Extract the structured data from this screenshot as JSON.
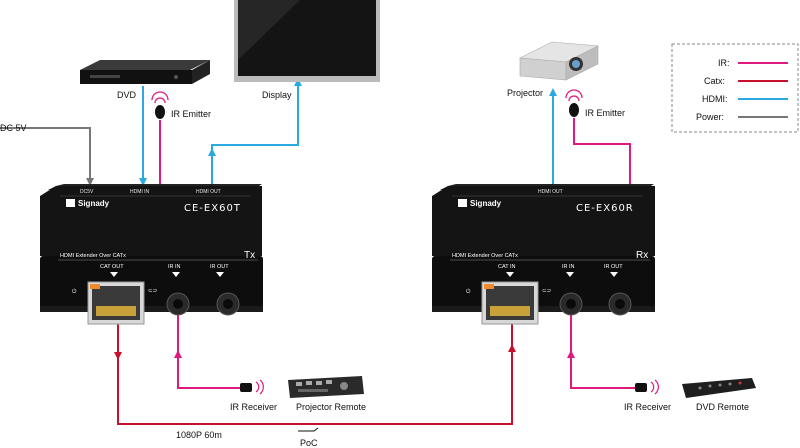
{
  "colors": {
    "ir": "#e0197f",
    "catx": "#c8102e",
    "hdmi": "#2aa9e0",
    "power": "#777777"
  },
  "legend": {
    "ir": "IR:",
    "catx": "Catx:",
    "hdmi": "HDMI:",
    "power": "Power:"
  },
  "labels": {
    "dc": "DC 5V",
    "dvd": "DVD",
    "display": "Display",
    "ir_emitter_tx": "IR Emitter",
    "projector": "Projector",
    "ir_emitter_rx": "IR Emitter",
    "ir_receiver_tx": "IR Receiver",
    "projector_remote": "Projector Remote",
    "ir_receiver_rx": "IR Receiver",
    "dvd_remote": "DVD Remote",
    "resolution": "1080P 60m",
    "poc": "PoC"
  },
  "tx": {
    "brand": "Signady",
    "model": "CE-EX60T",
    "subtitle": "HDMI Extender Over CATx",
    "tag": "Tx",
    "port_dc": "DC5V",
    "port_hdmi_in": "HDMI IN",
    "port_hdmi_out": "HDMI OUT",
    "port_cat_out": "CAT OUT",
    "port_ir_in": "IR IN",
    "port_ir_out": "IR OUT"
  },
  "rx": {
    "brand": "Signady",
    "model": "CE-EX60R",
    "subtitle": "HDMI Extender Over CATx",
    "tag": "Rx",
    "port_hdmi_out": "HDMI OUT",
    "port_cat_in": "CAT IN",
    "port_ir_in": "IR IN",
    "port_ir_out": "IR OUT"
  }
}
